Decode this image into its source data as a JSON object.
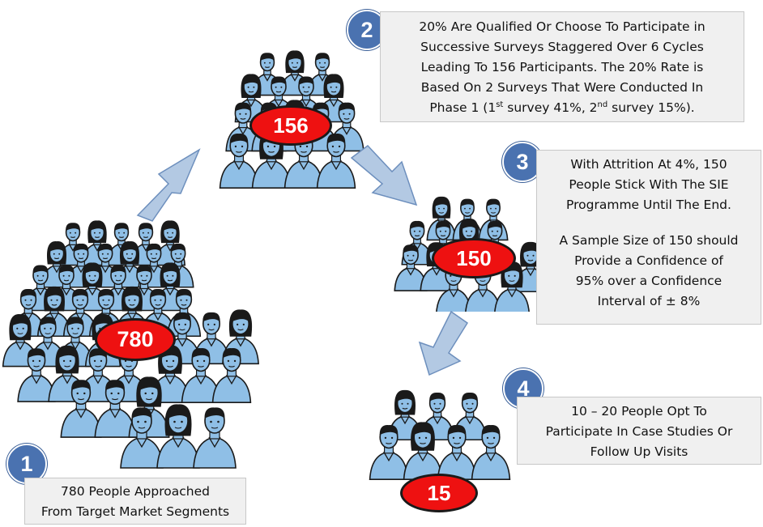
{
  "colors": {
    "person_fill": "#8fbfe6",
    "person_stroke": "#1a1a1a",
    "oval_fill": "#ee1111",
    "step_circle": "#4a72b0",
    "arrow_fill": "#b3c9e3",
    "arrow_stroke": "#6d8fbd",
    "box_fill": "#f0f0f0"
  },
  "groups": [
    {
      "count": "780"
    },
    {
      "count": "156"
    },
    {
      "count": "150"
    },
    {
      "count": "15"
    }
  ],
  "steps": [
    {
      "number": "1",
      "lines": [
        "780 People Approached",
        "From Target Market Segments"
      ]
    },
    {
      "number": "2",
      "line1": "20% Are Qualified Or Choose To Participate in",
      "line2": "Successive Surveys Staggered Over 6 Cycles",
      "line3": "Leading To 156 Participants. The 20% Rate is",
      "line4": "Based On 2 Surveys That Were Conducted In",
      "line5_a": "Phase 1 (1",
      "line5_sup1": "st",
      "line5_b": " survey 41%, 2",
      "line5_sup2": "nd",
      "line5_c": " survey 15%)."
    },
    {
      "number": "3",
      "lines": [
        "With Attrition At 4%, 150",
        "People Stick With The SIE",
        "Programme Until The End.",
        "",
        "A Sample Size of 150 should",
        "Provide a Confidence of",
        "95% over a Confidence",
        "Interval of ± 8%"
      ]
    },
    {
      "number": "4",
      "lines": [
        "10 – 20 People Opt To",
        "Participate In Case Studies Or",
        "Follow Up Visits"
      ]
    }
  ]
}
